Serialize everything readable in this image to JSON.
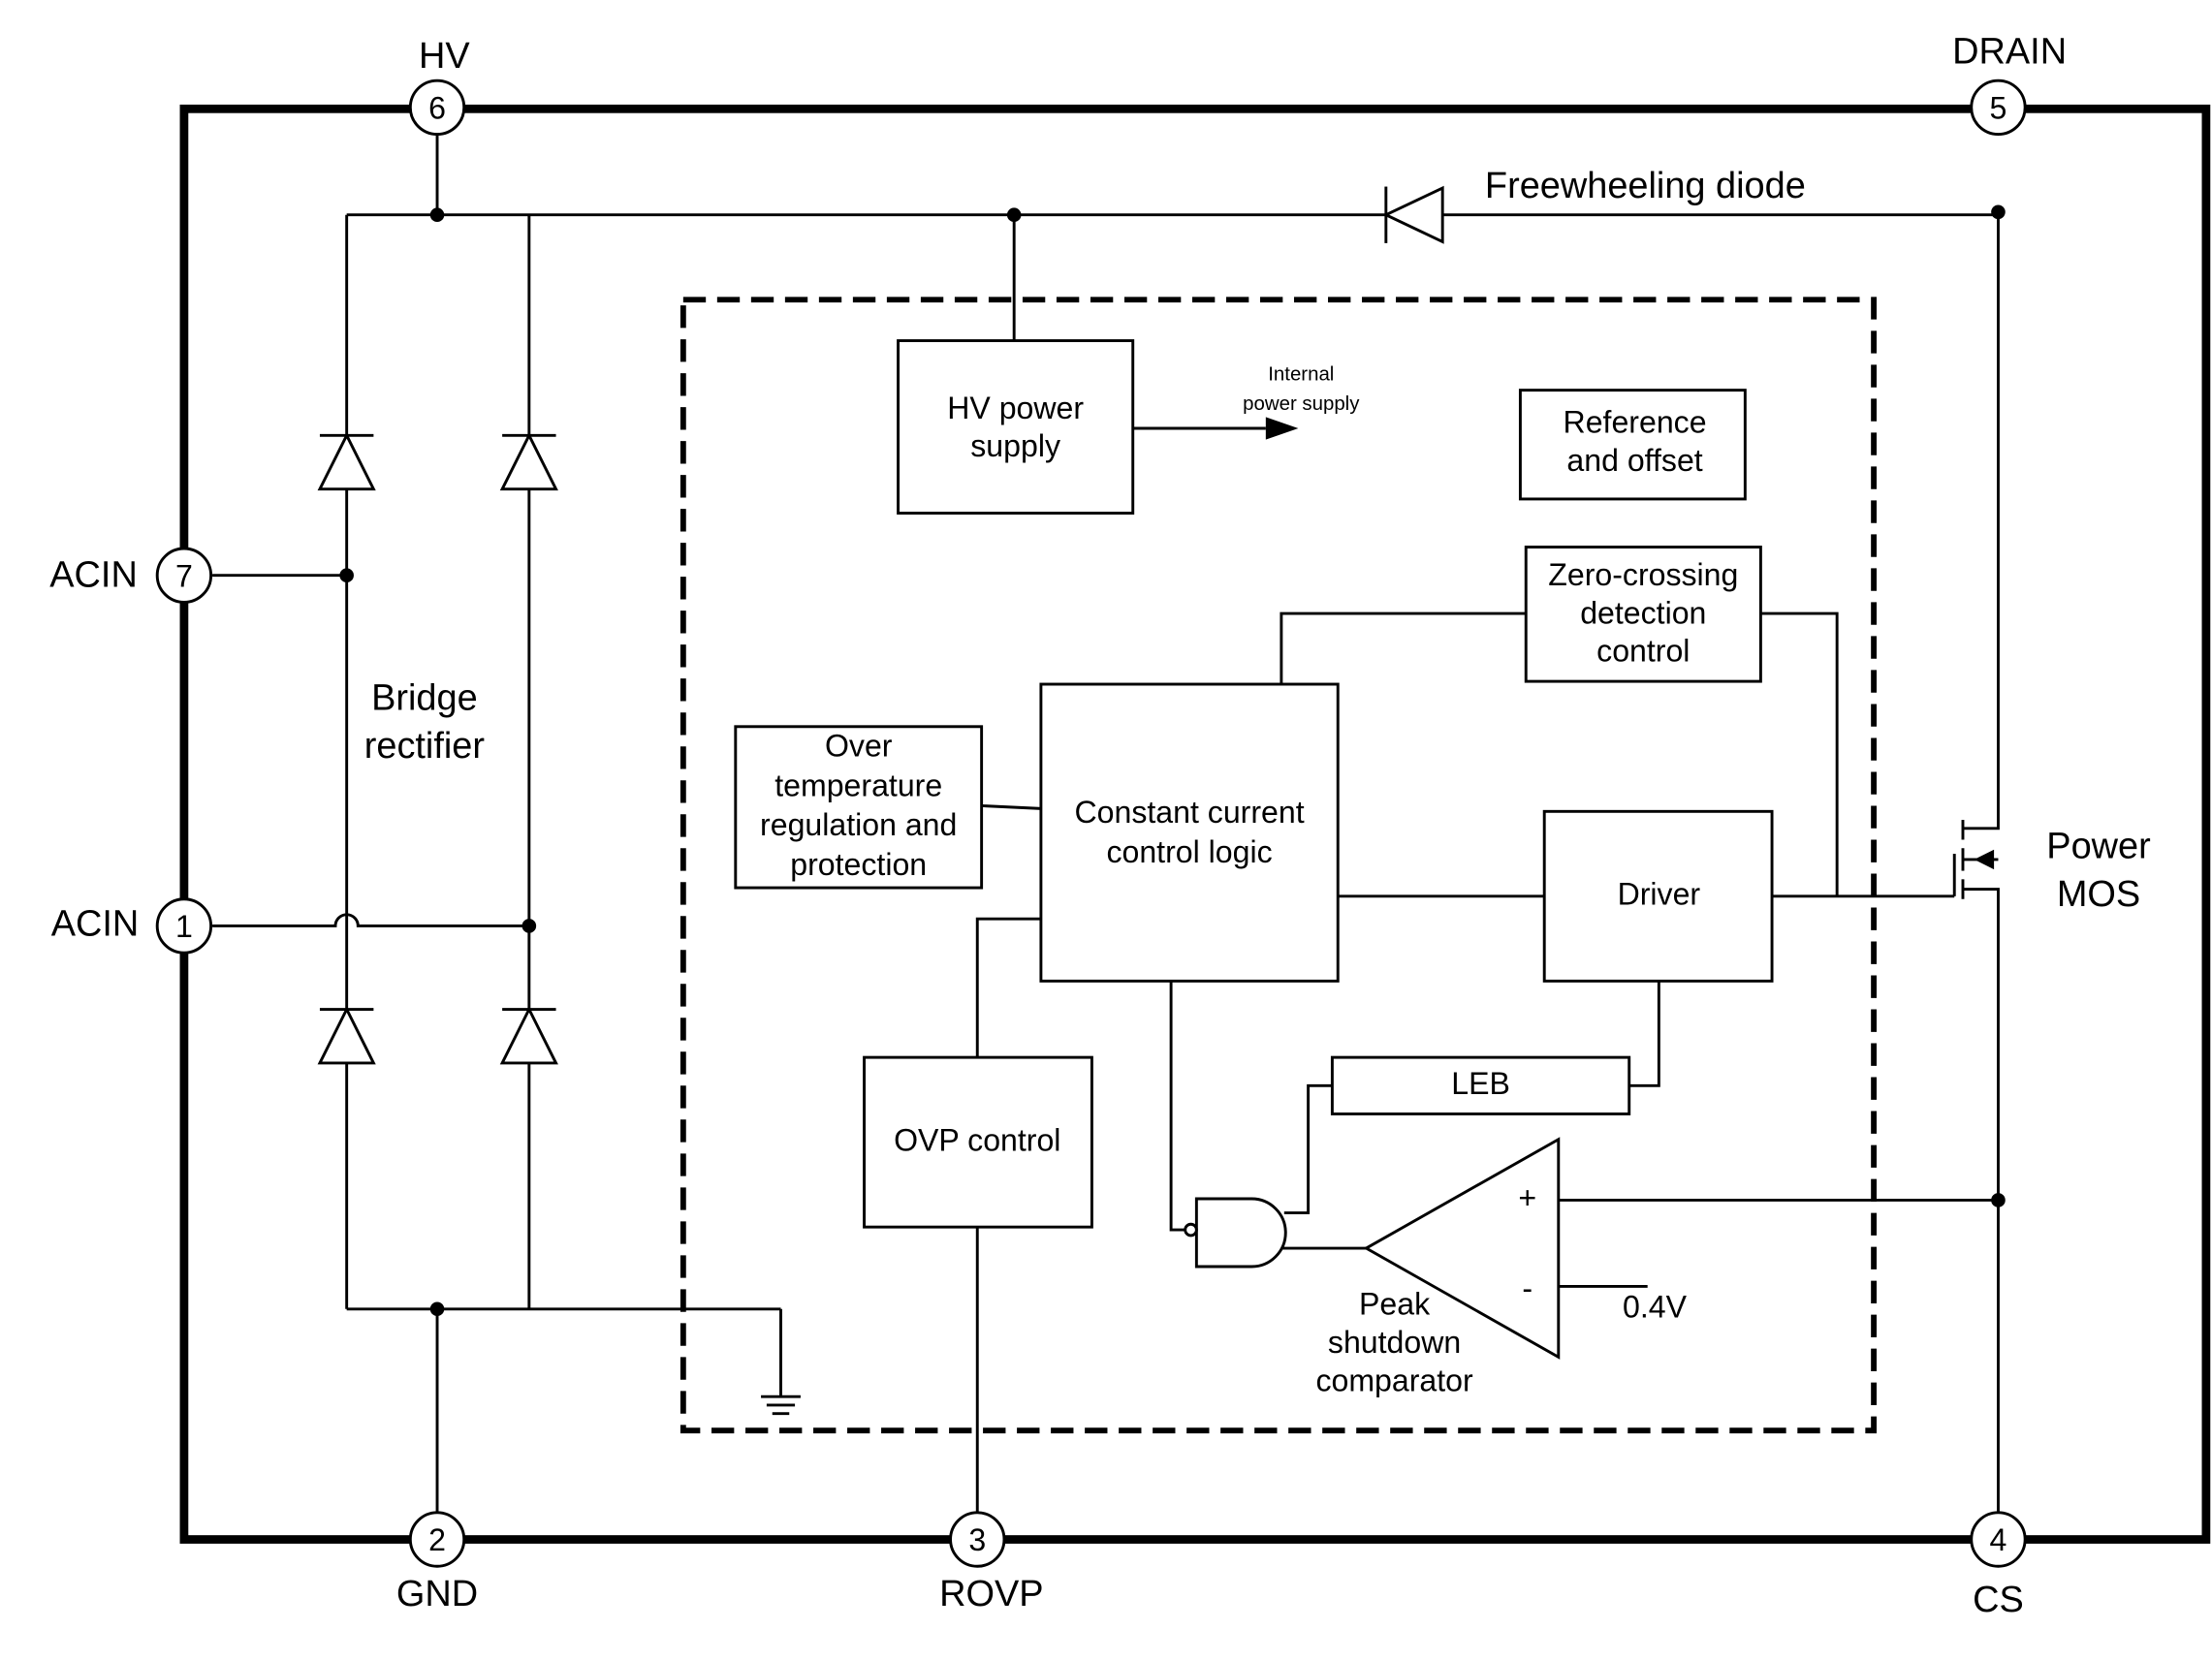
{
  "pins": {
    "hv": {
      "number": "6",
      "label": "HV"
    },
    "drain": {
      "number": "5",
      "label": "DRAIN"
    },
    "acin7": {
      "number": "7",
      "label": "ACIN"
    },
    "acin1": {
      "number": "1",
      "label": "ACIN"
    },
    "gnd": {
      "number": "2",
      "label": "GND"
    },
    "rovp": {
      "number": "3",
      "label": "ROVP"
    },
    "cs": {
      "number": "4",
      "label": "CS"
    }
  },
  "labels": {
    "freewheeling": "Freewheeling diode",
    "bridge1": "Bridge",
    "bridge2": "rectifier",
    "power1": "Power",
    "power2": "MOS",
    "internal1": "Internal",
    "internal2": "power supply",
    "peak1": "Peak",
    "peak2": "shutdown",
    "peak3": "comparator",
    "ref_voltage": "0.4V",
    "plus": "+",
    "minus": "-"
  },
  "blocks": {
    "hv_supply": [
      "HV power",
      "supply"
    ],
    "reference": [
      "Reference",
      "and offset"
    ],
    "zero_crossing": [
      "Zero-crossing",
      "detection",
      "control"
    ],
    "over_temp": [
      "Over",
      "temperature",
      "regulation and",
      "protection"
    ],
    "cc_logic": [
      "Constant current",
      "control logic"
    ],
    "driver": "Driver",
    "leb": "LEB",
    "ovp": "OVP control"
  }
}
